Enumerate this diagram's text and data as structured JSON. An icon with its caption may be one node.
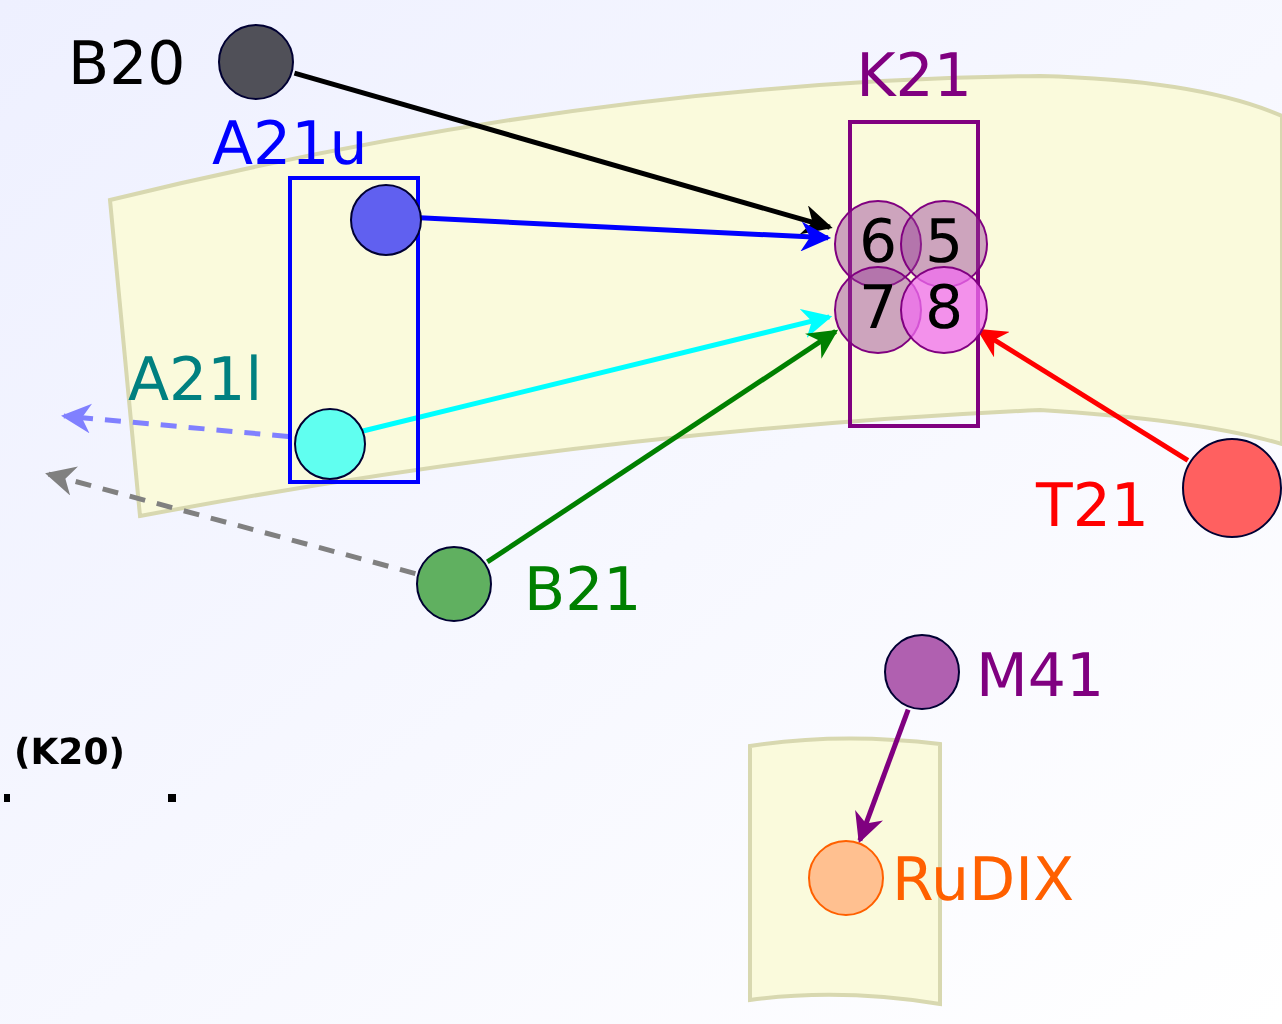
{
  "diagram": {
    "nodes": [
      {
        "text": [],
        "shape": "box"
      },
      {
        "text": [],
        "shape": "circle",
        "in": 0,
        "beside": [
          "A21u"
        ]
      },
      {
        "text": [],
        "shape": "circle",
        "in": 0,
        "beside": [
          "A21l"
        ]
      },
      {
        "text": [
          "K21"
        ]
      },
      {
        "text": [
          "6"
        ],
        "in": 3
      },
      {
        "text": [
          "5"
        ],
        "in": 3
      },
      {
        "text": [
          "7"
        ],
        "in": 3
      },
      {
        "text": [
          "8"
        ],
        "in": 3
      },
      {
        "text": [],
        "shape": "circle",
        "beside": [
          "B20"
        ]
      },
      {
        "text": [],
        "shape": "circle",
        "beside": [
          "B21"
        ]
      },
      {
        "text": [],
        "shape": "circle",
        "beside": [
          "T21"
        ]
      },
      {
        "text": [],
        "shape": "circle",
        "beside": [
          "M41"
        ]
      },
      {
        "text": [],
        "shape": "circle",
        "beside": [
          "RuDIX"
        ]
      }
    ],
    "edges": [
      {
        "from": 8,
        "to": 4,
        "arrow": "to",
        "color": "#000000"
      },
      {
        "from": 1,
        "to": 4,
        "arrow": "to",
        "color": "#0000ff"
      },
      {
        "from": 2,
        "to": 6,
        "arrow": "to",
        "color": "#00ffff"
      },
      {
        "from": 9,
        "to": 6,
        "arrow": "to",
        "color": "#008000"
      },
      {
        "from": 10,
        "to": 7,
        "arrow": "to",
        "color": "#ff0000"
      },
      {
        "from": 11,
        "to": 12,
        "arrow": "to",
        "color": "#800080"
      },
      {
        "from": 2,
        "to": null,
        "arrow": "to",
        "style": "dashed",
        "color": "#8080ff"
      },
      {
        "from": 9,
        "to": null,
        "arrow": "to",
        "style": "dashed",
        "color": "#808080"
      }
    ],
    "labels": [
      "(K20)"
    ]
  }
}
